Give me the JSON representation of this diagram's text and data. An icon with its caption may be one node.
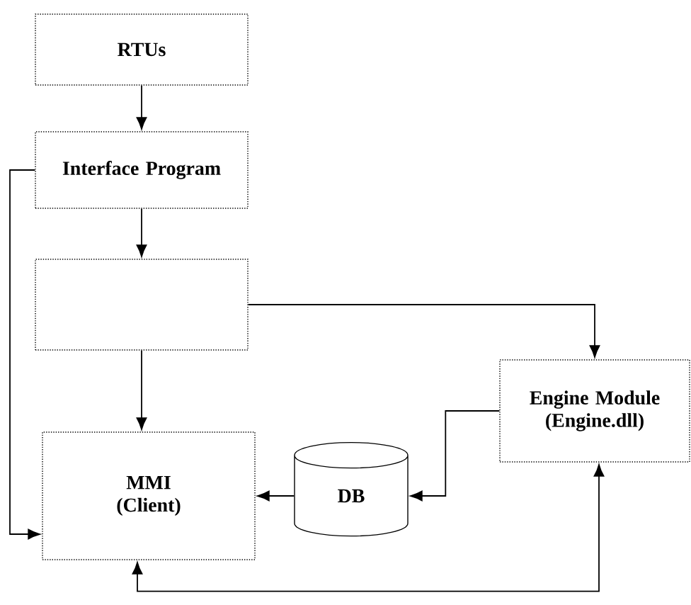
{
  "diagram": {
    "nodes": [
      {
        "text": [
          "RTUs"
        ]
      },
      {
        "text": [
          "Interface Program"
        ]
      },
      {
        "text": [],
        "shape": "box"
      },
      {
        "text": [
          "Engine Module (Engine.dll)"
        ]
      },
      {
        "text": [
          "MMI (Client)"
        ]
      },
      {
        "text": [
          "DB"
        ]
      }
    ],
    "edges": [
      {
        "from": 0,
        "to": 1,
        "arrow": "to"
      },
      {
        "from": 1,
        "to": 2,
        "arrow": "to"
      },
      {
        "from": 1,
        "to": 4,
        "arrow": "to"
      },
      {
        "from": 2,
        "to": 4,
        "arrow": "to"
      },
      {
        "from": 2,
        "to": 3,
        "arrow": "to"
      },
      {
        "from": 3,
        "to": 5,
        "arrow": "to"
      },
      {
        "from": 5,
        "to": 4,
        "arrow": "to"
      },
      {
        "from": 3,
        "to": 4,
        "arrow": "both"
      }
    ]
  }
}
